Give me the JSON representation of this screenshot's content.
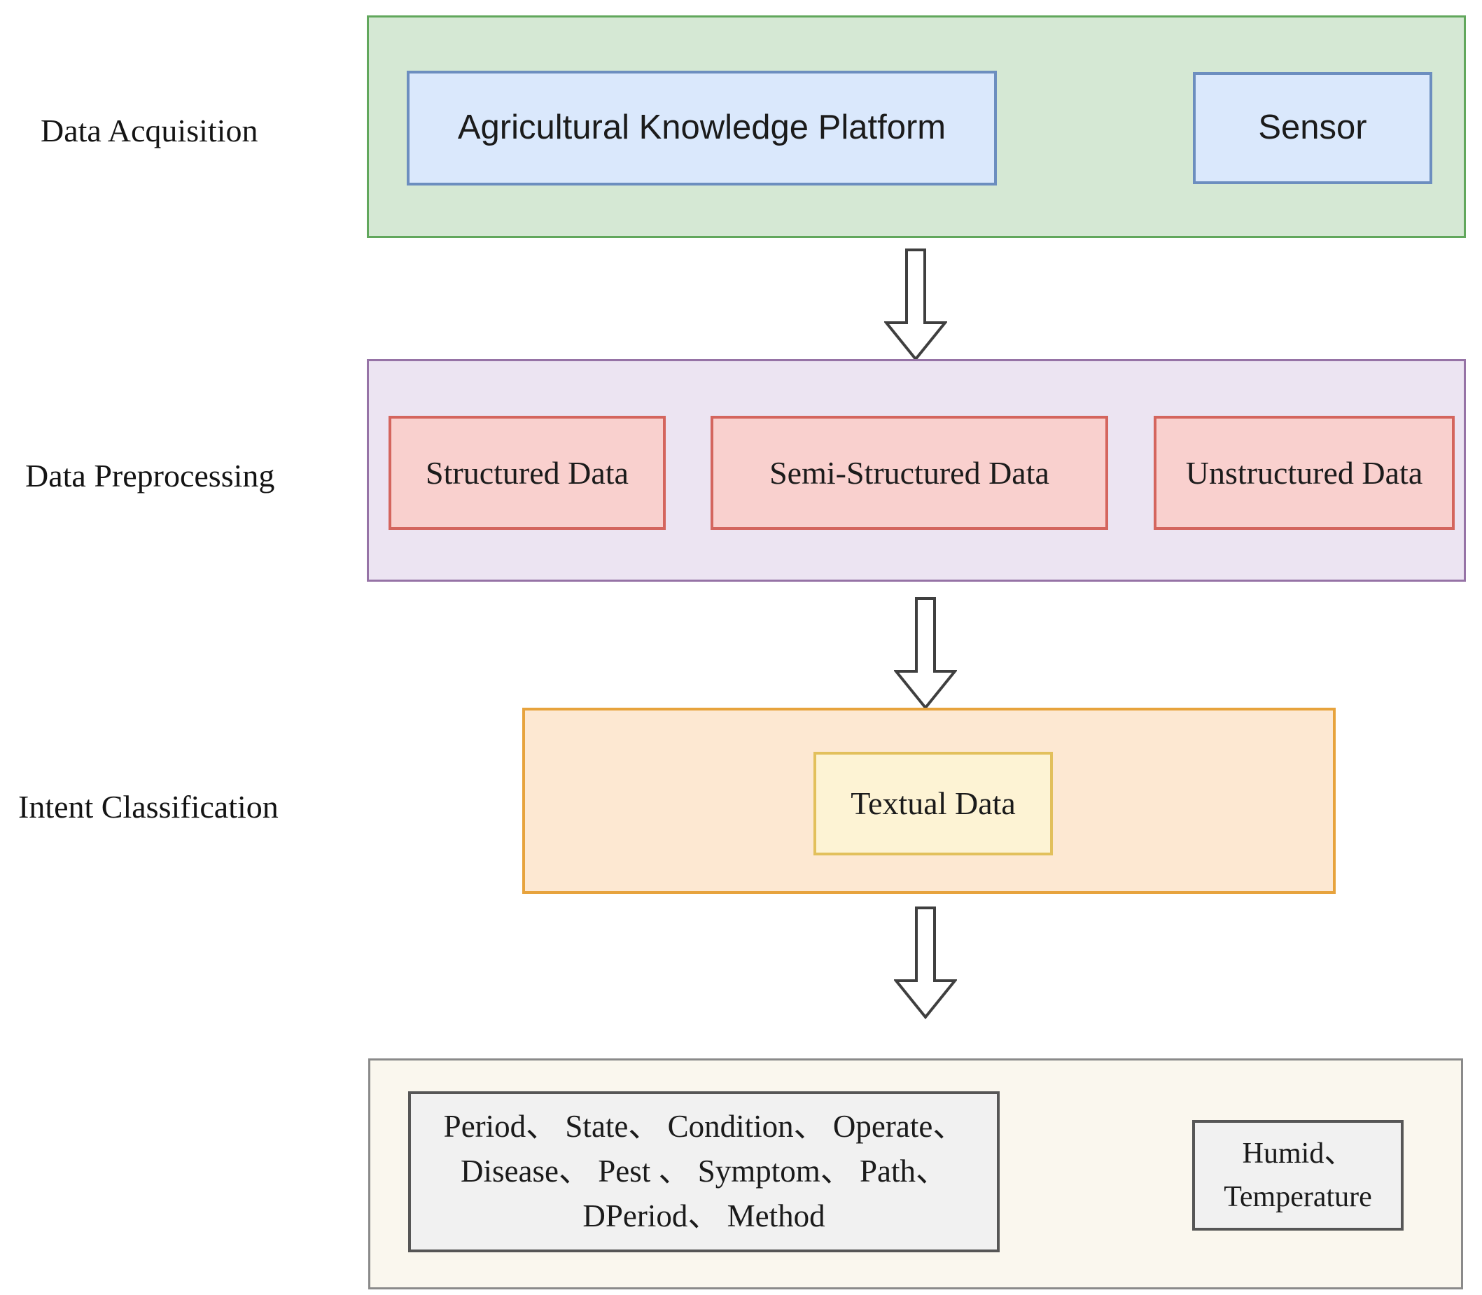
{
  "stages": {
    "acquisition": {
      "label": "Data Acquisition",
      "platform": "Agricultural Knowledge Platform",
      "sensor": "Sensor"
    },
    "preprocessing": {
      "label": "Data Preprocessing",
      "structured": "Structured Data",
      "semi_structured": "Semi-Structured Data",
      "unstructured": "Unstructured Data"
    },
    "intent": {
      "label": "Intent Classification",
      "textual": "Textual Data"
    },
    "output": {
      "entities": "Period、 State、 Condition、 Operate、\nDisease、 Pest 、 Symptom、 Path、\nDPeriod、 Method",
      "sensor_readings": "Humid、\nTemperature"
    }
  },
  "colors": {
    "acquisition_fill": "#d5e8d4",
    "acquisition_border": "#61a75c",
    "node_blue_fill": "#dae8fc",
    "node_blue_border": "#6c8ebf",
    "preprocessing_fill": "#ece4f2",
    "preprocessing_border": "#9673a6",
    "node_pink_fill": "#f9d0ce",
    "node_pink_border": "#d4655e",
    "intent_fill": "#fde8d2",
    "intent_border": "#e7a33d",
    "node_yellow_fill": "#fdf3d4",
    "node_yellow_border": "#e2c05c",
    "output_fill": "#faf7ee",
    "output_border": "#8a8a8a",
    "node_gray_fill": "#f1f1f1",
    "node_gray_border": "#565656",
    "arrow_stroke": "#3f3f3f",
    "text": "#1b1b1b"
  }
}
